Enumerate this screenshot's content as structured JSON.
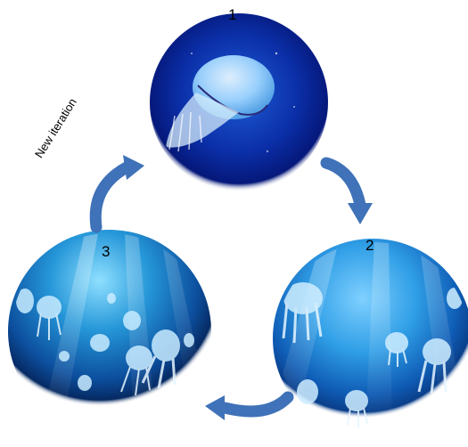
{
  "steps": [
    {
      "number": "1",
      "image": "single jellyfish in deep blue water"
    },
    {
      "number": "2",
      "image": "group of jellyfish drifting in light blue water"
    },
    {
      "number": "3",
      "image": "swarm of jellyfish under sun rays"
    }
  ],
  "cycle_label": "New iteration",
  "colors": {
    "arrow": "#3f72b8",
    "deep_blue": "#0a2a8c",
    "light_blue": "#2fa0e6",
    "jelly": "#bfe6ff"
  }
}
